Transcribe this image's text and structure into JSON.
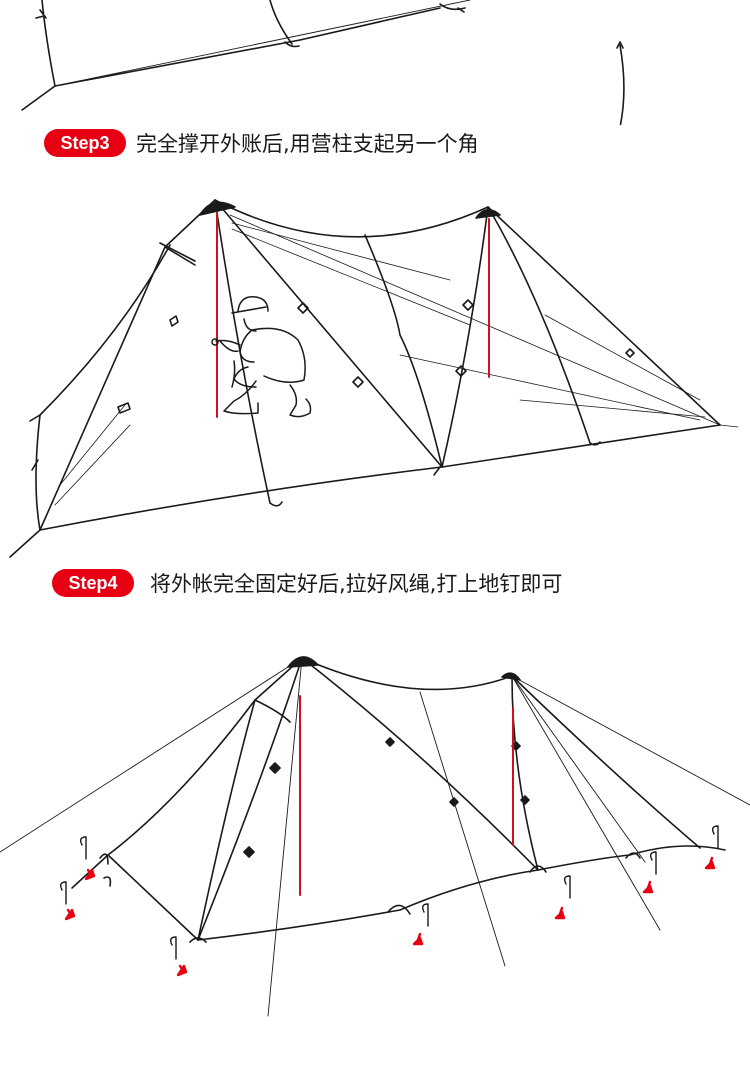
{
  "colors": {
    "badge": "#e60012",
    "line": "#1a1a1a",
    "pole": "#d0101a",
    "arrow": "#e60012"
  },
  "steps": [
    {
      "badge": "Step3",
      "caption": "完全撑开外账后,用营柱支起另一个角"
    },
    {
      "badge": "Step4",
      "caption": "将外帐完全固定好后,拉好风绳,打上地钉即可"
    }
  ],
  "illustrations": {
    "top": "tent-setup-previous-step-partial",
    "step3": "person-raising-second-pole",
    "step4": "fully-pitched-tent-with-guylines-and-stakes"
  }
}
